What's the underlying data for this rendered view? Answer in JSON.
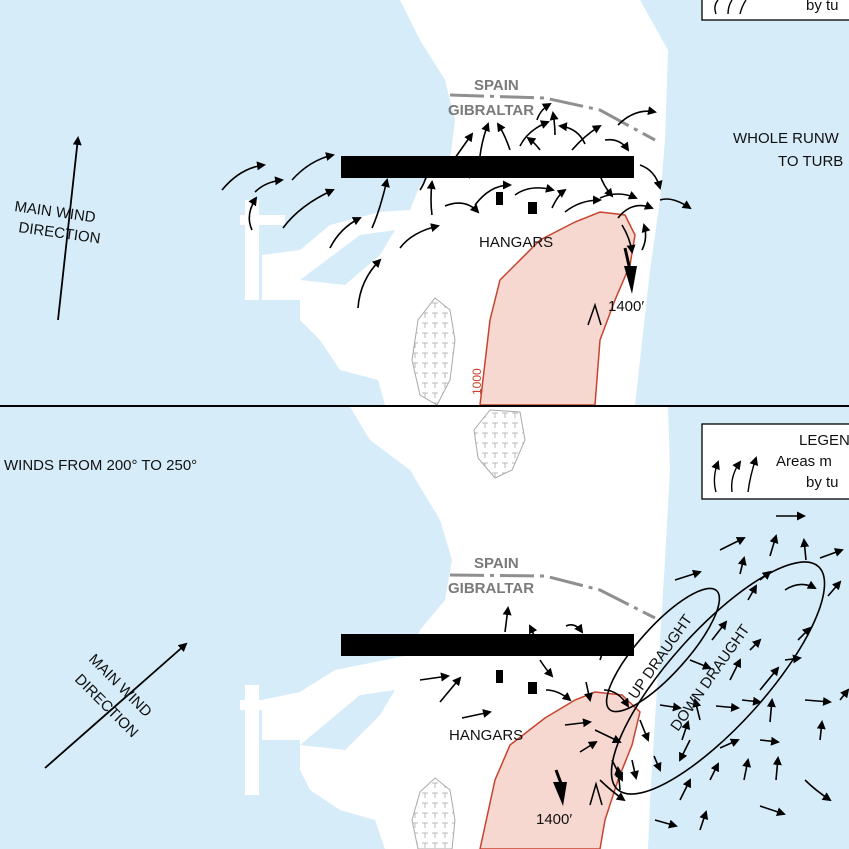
{
  "top_panel": {
    "country_label_north": "SPAIN",
    "country_label_south": "GIBRALTAR",
    "hangars_label": "HANGARS",
    "main_wind_label_1": "MAIN WIND",
    "main_wind_label_2": "DIRECTION",
    "elevation_label": "1400′",
    "contour_label": "1000",
    "runway_note_1": "WHOLE RUNW",
    "runway_note_2": "TO TURB"
  },
  "bottom_panel": {
    "title": "WINDS FROM 200° TO 250°",
    "country_label_north": "SPAIN",
    "country_label_south": "GIBRALTAR",
    "hangars_label": "HANGARS",
    "main_wind_label_1": "MAIN WIND",
    "main_wind_label_2": "DIRECTION",
    "elevation_label": "1400′",
    "up_draught_label": "UP DRAUGHT",
    "down_draught_label": "DOWN DRAUGHT"
  },
  "legend": {
    "title": "LEGEN",
    "line1": "Areas m",
    "line2": "by tu",
    "top_partial": "by tu"
  },
  "colors": {
    "sea": "#d6ecf8",
    "land": "#ffffff",
    "rock": "#f7d8d0",
    "rock_outline": "#c8432e",
    "runway": "#000000",
    "border": "#8f8f8f"
  }
}
